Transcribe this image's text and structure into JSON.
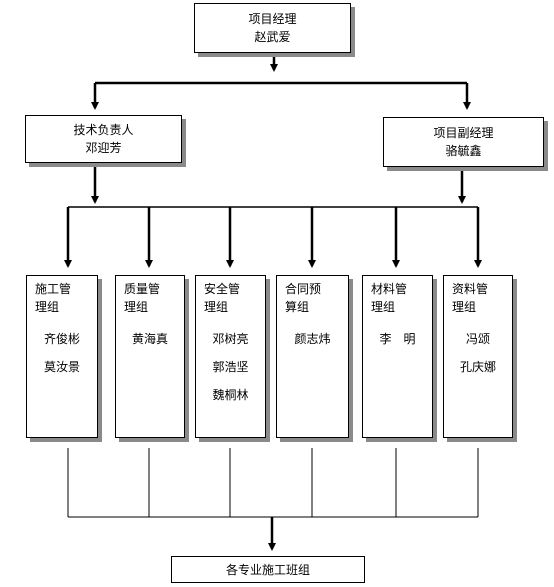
{
  "top": {
    "role": "项目经理",
    "name": "赵武爱"
  },
  "tech": {
    "role": "技术负责人",
    "name": "邓迎芳"
  },
  "deputy": {
    "role": "项目副经理",
    "name": "骆毓鑫"
  },
  "teams": [
    {
      "name_lines": [
        "施工管",
        "理组"
      ],
      "members": [
        "齐俊彬",
        "莫汝景"
      ]
    },
    {
      "name_lines": [
        "质量管",
        "理组"
      ],
      "members": [
        "黄海真"
      ]
    },
    {
      "name_lines": [
        "安全管",
        "理组"
      ],
      "members": [
        "邓树亮",
        "郭浩坚",
        "魏桐林"
      ]
    },
    {
      "name_lines": [
        "合同预",
        "算组"
      ],
      "members": [
        "颜志炜"
      ]
    },
    {
      "name_lines": [
        "材料管",
        "理组"
      ],
      "members": [
        "李　明"
      ]
    },
    {
      "name_lines": [
        "资料管",
        "理组"
      ],
      "members": [
        "冯颂",
        "孔庆娜"
      ]
    }
  ],
  "bottom": {
    "label": "各专业施工班组"
  }
}
